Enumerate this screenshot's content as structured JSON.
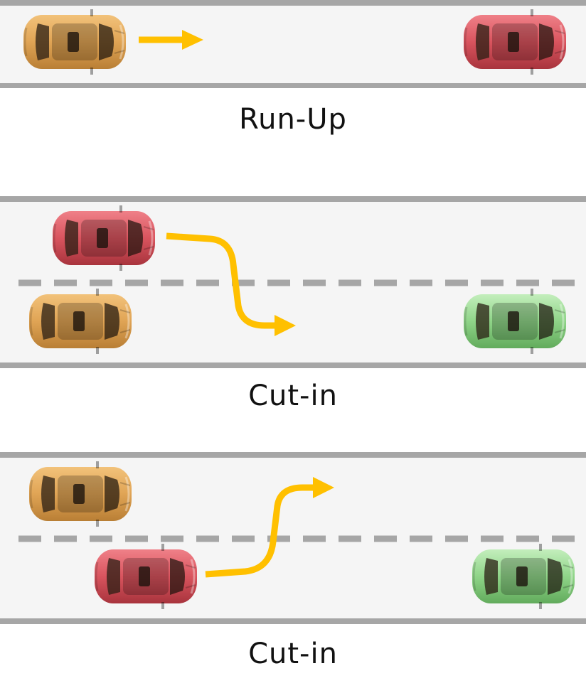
{
  "scenarios": [
    {
      "caption": "Run-Up"
    },
    {
      "caption": "Cut-in"
    },
    {
      "caption": "Cut-in"
    }
  ],
  "colors": {
    "road": "#f5f5f5",
    "road_edge": "#a6a6a6",
    "lane_dash": "#a6a6a6",
    "arrow": "#ffc000",
    "ego_car": "#e0a455",
    "target_car": "#d9545e",
    "other_car": "#8fd488"
  },
  "icons": [
    "car-icon",
    "arrow-right-icon",
    "lane-change-arrow-icon"
  ]
}
